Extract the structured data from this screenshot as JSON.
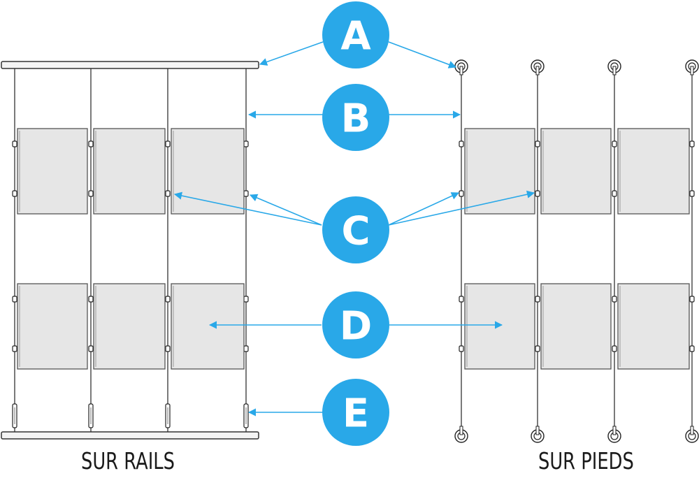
{
  "colors": {
    "accent": "#29a8e8",
    "panel_fill": "#e6e6e6",
    "panel_stroke": "#555555",
    "cable": "#333333"
  },
  "badges": {
    "a": "A",
    "b": "B",
    "c": "C",
    "d": "D",
    "e": "E"
  },
  "captions": {
    "rails": "SUR RAILS",
    "pieds": "SUR PIEDS"
  }
}
